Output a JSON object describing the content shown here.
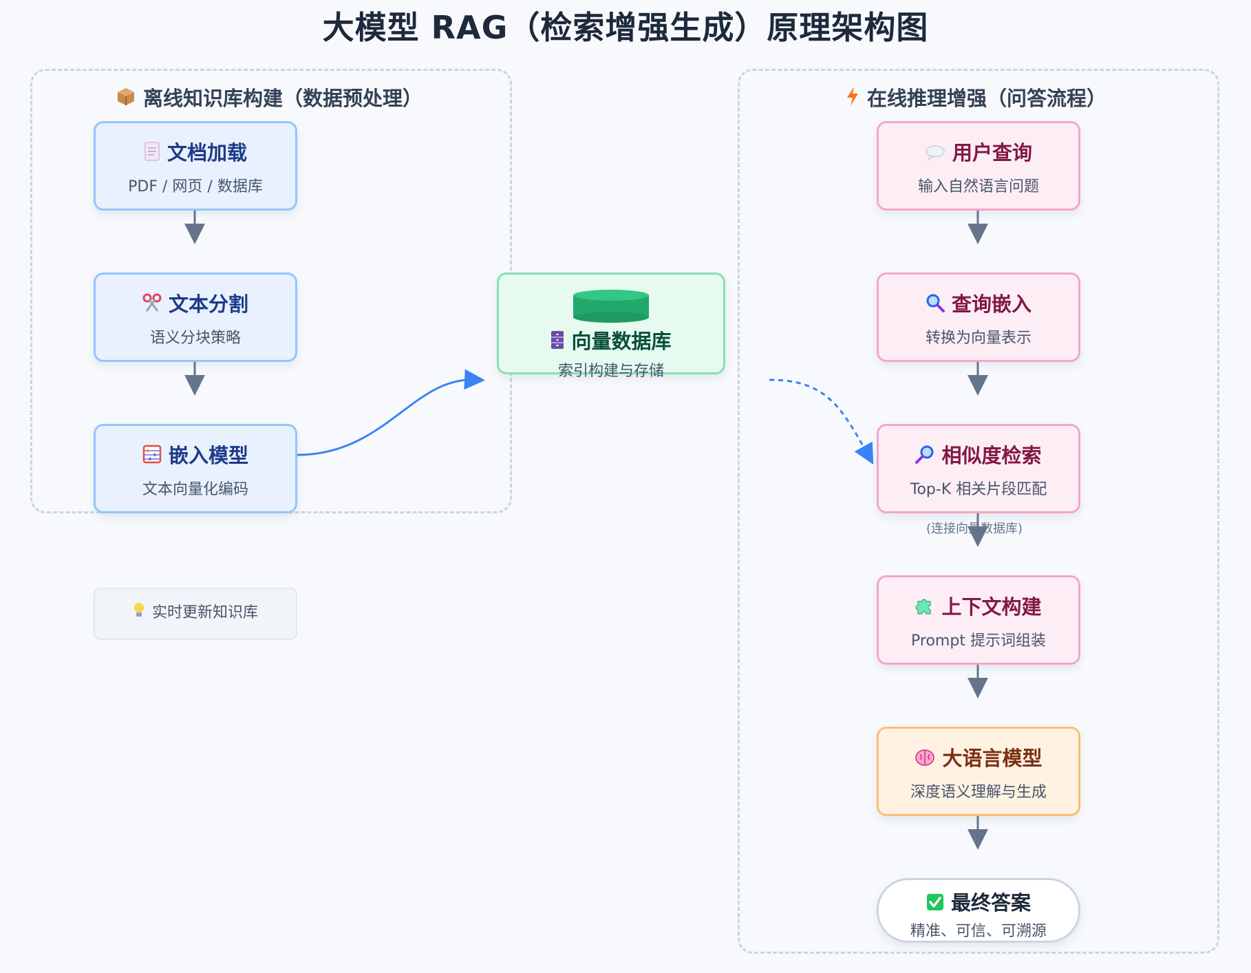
{
  "title": "大模型 RAG（检索增强生成）原理架构图",
  "offline": {
    "title": "离线知识库构建（数据预处理）",
    "icon": "package-icon",
    "nodes": [
      {
        "head": "文档加载",
        "sub": "PDF / 网页 / 数据库",
        "icon": "document-icon"
      },
      {
        "head": "文本分割",
        "sub": "语义分块策略",
        "icon": "scissors-icon"
      },
      {
        "head": "嵌入模型",
        "sub": "文本向量化编码",
        "icon": "abacus-icon"
      }
    ],
    "tip": "实时更新知识库",
    "tip_icon": "lightbulb-icon"
  },
  "vector_db": {
    "head": "向量数据库",
    "sub": "索引构建与存储",
    "icon": "cabinet-icon"
  },
  "online": {
    "title": "在线推理增强（问答流程）",
    "icon": "lightning-icon",
    "nodes": [
      {
        "head": "用户查询",
        "sub": "输入自然语言问题",
        "icon": "speech-bubble-icon"
      },
      {
        "head": "查询嵌入",
        "sub": "转换为向量表示",
        "icon": "magnifier-icon"
      },
      {
        "head": "相似度检索",
        "sub": "Top-K 相关片段匹配",
        "icon": "magnifier-icon"
      },
      {
        "head": "上下文构建",
        "sub": "Prompt 提示词组装",
        "icon": "puzzle-icon"
      },
      {
        "head": "大语言模型",
        "sub": "深度语义理解与生成",
        "icon": "brain-icon"
      },
      {
        "head": "最终答案",
        "sub": "精准、可信、可溯源",
        "icon": "check-icon"
      }
    ],
    "retrieval_note": "(连接向量数据库)"
  },
  "colors": {
    "arrow": "#64748b",
    "link": "#3b82f6"
  }
}
